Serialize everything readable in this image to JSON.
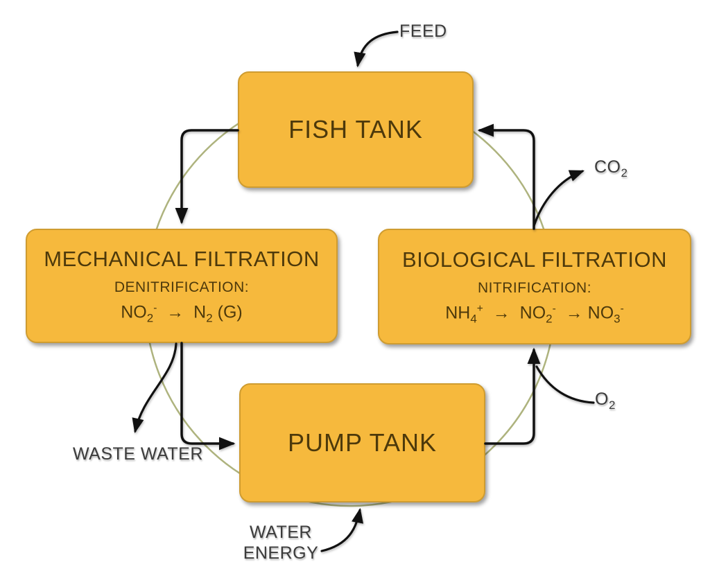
{
  "colors": {
    "canvas_bg": "#ffffff",
    "box_fill": "#f6b93d",
    "box_border": "#cf9c30",
    "box_text": "#4d390b",
    "label_text": "#3b3b3b",
    "arrow_color": "#111111",
    "circle_color": "#aeb37e"
  },
  "nodes": {
    "fish_tank": {
      "title": "FISH TANK"
    },
    "mechanical": {
      "title": "MECHANICAL FILTRATION",
      "subtitle": "DENITRIFICATION:",
      "formula": "NO~2~^-^  →  N~2~ (G)"
    },
    "biological": {
      "title": "BIOLOGICAL FILTRATION",
      "subtitle": "NITRIFICATION:",
      "formula": "NH~4~^+^  →  NO~2~^-^  → NO~3~^-^"
    },
    "pump_tank": {
      "title": "PUMP TANK"
    }
  },
  "labels": {
    "feed": "FEED",
    "co2": "CO~2~",
    "o2": "O~2~",
    "waste_water": "WASTE WATER",
    "water_energy": "WATER\nENERGY"
  },
  "flows": [
    {
      "from": "FISH TANK",
      "to": "MECHANICAL FILTRATION"
    },
    {
      "from": "MECHANICAL FILTRATION",
      "to": "PUMP TANK"
    },
    {
      "from": "PUMP TANK",
      "to": "BIOLOGICAL FILTRATION"
    },
    {
      "from": "BIOLOGICAL FILTRATION",
      "to": "FISH TANK"
    },
    {
      "from": "FEED",
      "to": "FISH TANK"
    },
    {
      "from": "BIOLOGICAL FILTRATION",
      "to": "CO2"
    },
    {
      "from": "O2",
      "to": "BIOLOGICAL FILTRATION"
    },
    {
      "from": "MECHANICAL FILTRATION",
      "to": "WASTE WATER"
    },
    {
      "from": "WATER ENERGY",
      "to": "PUMP TANK"
    }
  ]
}
